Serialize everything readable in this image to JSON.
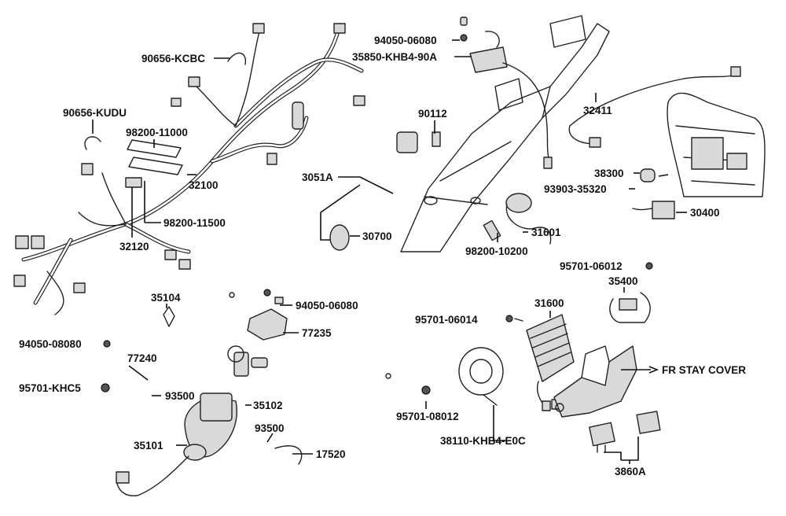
{
  "labels": {
    "p90656_kcbc": "90656-KCBC",
    "p90656_kudu": "90656-KUDU",
    "p98200_11000": "98200-11000",
    "p32100": "32100",
    "p98200_11500": "98200-11500",
    "p32120": "32120",
    "p94050_06080_top": "94050-06080",
    "p35850": "35850-KHB4-90A",
    "p90112": "90112",
    "p3051a": "3051A",
    "p30700": "30700",
    "p32411": "32411",
    "p38300": "38300",
    "p93903": "93903-35320",
    "p30400": "30400",
    "p31601": "31601",
    "p98200_10200": "98200-10200",
    "p95701_06012": "95701-06012",
    "p35400": "35400",
    "p35104": "35104",
    "p94050_06080_mid": "94050-06080",
    "p77235": "77235",
    "p94050_08080": "94050-08080",
    "p77240": "77240",
    "p95701_khc5": "95701-KHC5",
    "p93500_a": "93500",
    "p35102": "35102",
    "p35101": "35101",
    "p93500_b": "93500",
    "p17520": "17520",
    "p95701_06014": "95701-06014",
    "p31600": "31600",
    "fr_stay_cover": "FR STAY COVER",
    "p95701_08012": "95701-08012",
    "p38110": "38110-KHB4-E0C",
    "p3860a": "3860A"
  }
}
